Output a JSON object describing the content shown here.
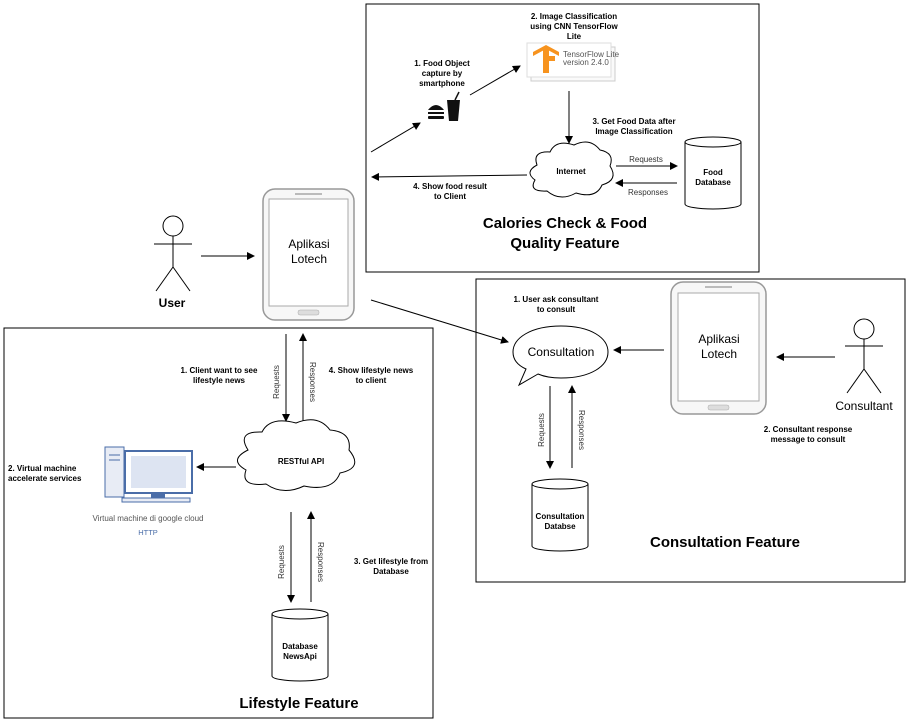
{
  "calories_feature": {
    "title_line1": "Calories Check & Food",
    "title_line2": "Quality Feature",
    "step1": [
      "1. Food Object",
      "capture by",
      "smartphone"
    ],
    "step2": [
      "2. Image Classification",
      "using CNN TensorFlow",
      "Lite"
    ],
    "tflite_label": [
      "TensorFlow Lite",
      "version 2.4.0"
    ],
    "step3": [
      "3. Get Food Data after",
      "Image Classification"
    ],
    "step4": [
      "4. Show food result",
      "to Client"
    ],
    "internet": "Internet",
    "requests": "Requests",
    "responses": "Responses",
    "db": [
      "Food",
      "Database"
    ]
  },
  "user": {
    "label": "User"
  },
  "app_main": {
    "label": [
      "Aplikasi",
      "Lotech"
    ]
  },
  "consultation_feature": {
    "title": "Consultation Feature",
    "bubble": "Consultation",
    "step1": [
      "1. User ask consultant",
      "to consult"
    ],
    "step2": [
      "2. Consultant response",
      "message to consult"
    ],
    "requests": "Requests",
    "responses": "Responses",
    "db": [
      "Consultation",
      "Databse"
    ],
    "app": [
      "Aplikasi",
      "Lotech"
    ],
    "actor": "Consultant"
  },
  "lifestyle_feature": {
    "title": "Lifestyle Feature",
    "step1": [
      "1. Client want to see",
      "lifestyle news"
    ],
    "step2": [
      "2. Virtual machine",
      "accelerate services"
    ],
    "step3": [
      "3. Get lifestyle from",
      "Database"
    ],
    "step4": [
      "4. Show lifestyle news",
      "to client"
    ],
    "cloud": "RESTful API",
    "vm_caption": "Virtual machine di google cloud",
    "http": "HTTP",
    "requests": "Requests",
    "responses": "Responses",
    "db": [
      "Database",
      "NewsApi"
    ]
  },
  "icons": {
    "phone": "smartphone-icon",
    "actor": "stick-figure-icon",
    "cloud": "cloud-icon",
    "database": "database-cylinder-icon",
    "computer": "desktop-computer-icon",
    "food": "burger-and-drink-icon",
    "tensorflow": "tensorflow-logo-icon"
  },
  "colors": {
    "tensorflow": "#f7931e",
    "phone_frame": "#999999",
    "vm_blue": "#4a6da8"
  }
}
